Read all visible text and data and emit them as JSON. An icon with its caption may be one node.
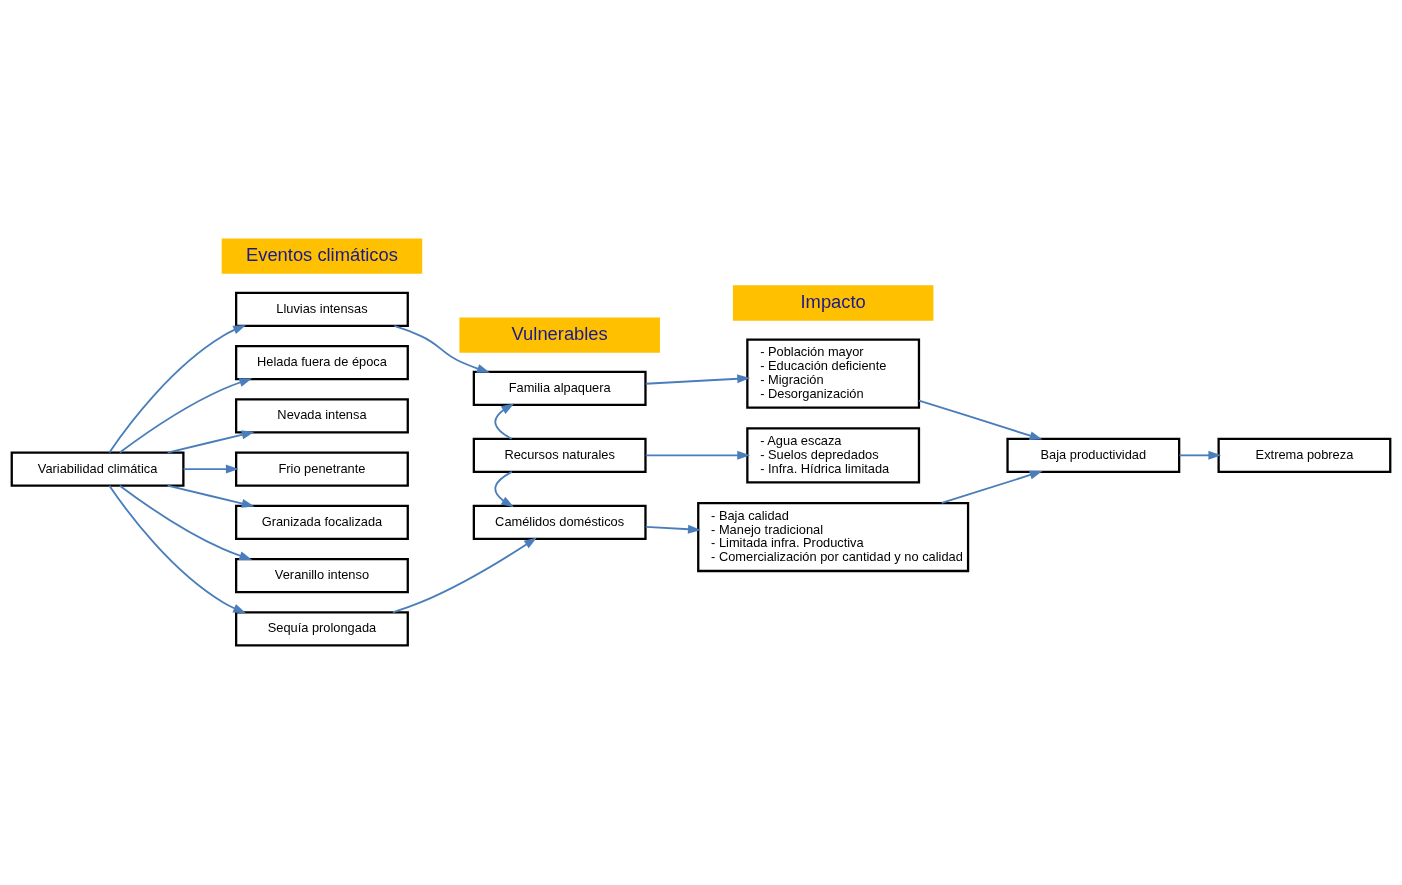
{
  "diagram": {
    "nodes": [
      {
        "text": [
          "Eventos climáticos"
        ]
      },
      {
        "text": [
          "Vulnerables"
        ]
      },
      {
        "text": [
          "Impacto"
        ]
      },
      {
        "text": [
          "Variabilidad climática"
        ]
      },
      {
        "text": [
          "Lluvias intensas"
        ]
      },
      {
        "text": [
          "Helada fuera de época"
        ]
      },
      {
        "text": [
          "Nevada intensa"
        ]
      },
      {
        "text": [
          "Frio penetrante"
        ]
      },
      {
        "text": [
          "Granizada focalizada"
        ]
      },
      {
        "text": [
          "Veranillo intenso"
        ]
      },
      {
        "text": [
          "Sequía prolongada"
        ]
      },
      {
        "text": [
          "Familia alpaquera"
        ]
      },
      {
        "text": [
          "Recursos naturales"
        ]
      },
      {
        "text": [
          "Camélidos domésticos"
        ]
      },
      {
        "text": [
          "- Población mayor",
          "- Educación deficiente",
          "- Migración",
          "- Desorganización"
        ]
      },
      {
        "text": [
          "- Agua escaza",
          "- Suelos depredados",
          "- Infra. Hídrica limitada"
        ]
      },
      {
        "text": [
          "- Baja calidad",
          "- Manejo tradicional",
          "- Limitada infra. Productiva",
          "- Comercialización por cantidad y no calidad"
        ]
      },
      {
        "text": [
          "Baja productividad"
        ]
      },
      {
        "text": [
          "Extrema pobreza"
        ]
      }
    ],
    "edges": [
      {
        "from": 3,
        "to": 4,
        "arrow": "to"
      },
      {
        "from": 3,
        "to": 5,
        "arrow": "to"
      },
      {
        "from": 3,
        "to": 6,
        "arrow": "to"
      },
      {
        "from": 3,
        "to": 7,
        "arrow": "to"
      },
      {
        "from": 3,
        "to": 8,
        "arrow": "to"
      },
      {
        "from": 3,
        "to": 9,
        "arrow": "to"
      },
      {
        "from": 3,
        "to": 10,
        "arrow": "to"
      },
      {
        "from": 4,
        "to": 11,
        "arrow": "to"
      },
      {
        "from": 10,
        "to": 13,
        "arrow": "to"
      },
      {
        "from": 12,
        "to": 11,
        "arrow": "to"
      },
      {
        "from": 12,
        "to": 13,
        "arrow": "to"
      },
      {
        "from": 11,
        "to": 14,
        "arrow": "to"
      },
      {
        "from": 12,
        "to": 15,
        "arrow": "to"
      },
      {
        "from": 13,
        "to": 16,
        "arrow": "to"
      },
      {
        "from": 14,
        "to": 17,
        "arrow": "to"
      },
      {
        "from": 16,
        "to": 17,
        "arrow": "to"
      },
      {
        "from": 17,
        "to": 18,
        "arrow": "to"
      }
    ]
  }
}
